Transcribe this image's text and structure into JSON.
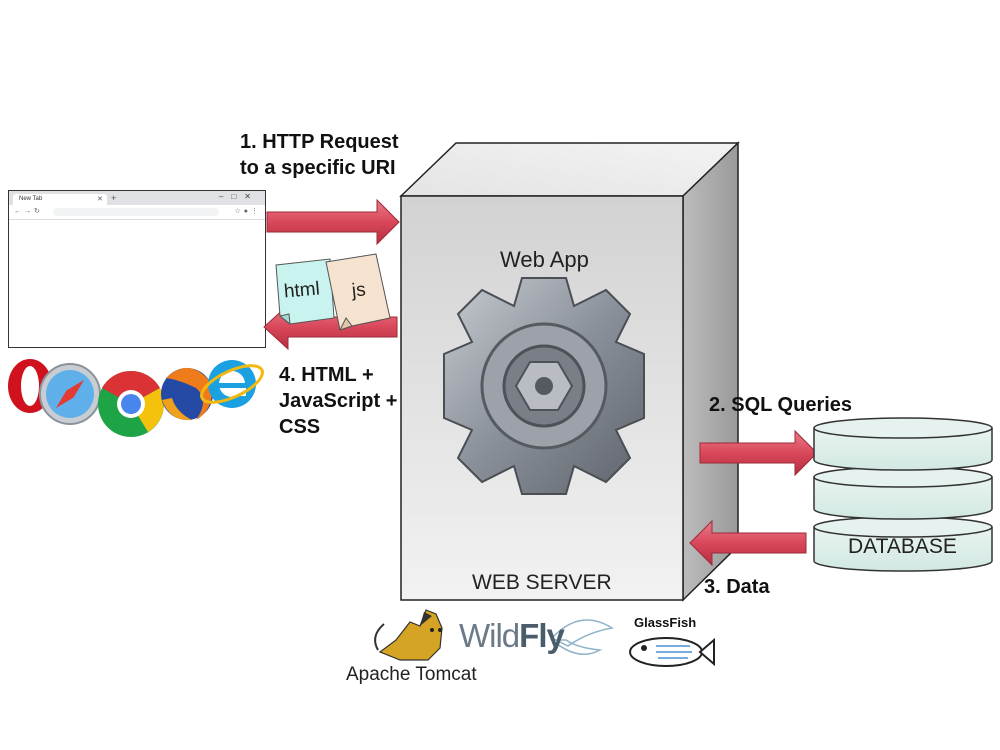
{
  "steps": {
    "request": "1. HTTP Request\nto a specific URI",
    "response": "4. HTML +\nJavaScript +\nCSS",
    "sql": "2. SQL Queries",
    "data": "3. Data"
  },
  "server": {
    "app_label": "Web App",
    "server_label": "WEB SERVER"
  },
  "database": {
    "label": "DATABASE"
  },
  "files": {
    "html": "html",
    "js": "js"
  },
  "browser": {
    "tab_title": "New Tab"
  },
  "servers": {
    "tomcat": "Apache Tomcat",
    "wildfly_a": "Wild",
    "wildfly_b": "Fly",
    "glassfish": "GlassFish"
  },
  "colors": {
    "arrow_fill": "#d9475a",
    "arrow_dark": "#b52f41",
    "server_front": "#d7d7d7",
    "server_side": "#b9b9b9",
    "db_fill": "#dbeee9"
  },
  "icons": [
    "opera-icon",
    "safari-icon",
    "chrome-icon",
    "firefox-icon",
    "ie-icon",
    "gear-icon",
    "tomcat-cat-icon",
    "glassfish-fish-icon"
  ]
}
